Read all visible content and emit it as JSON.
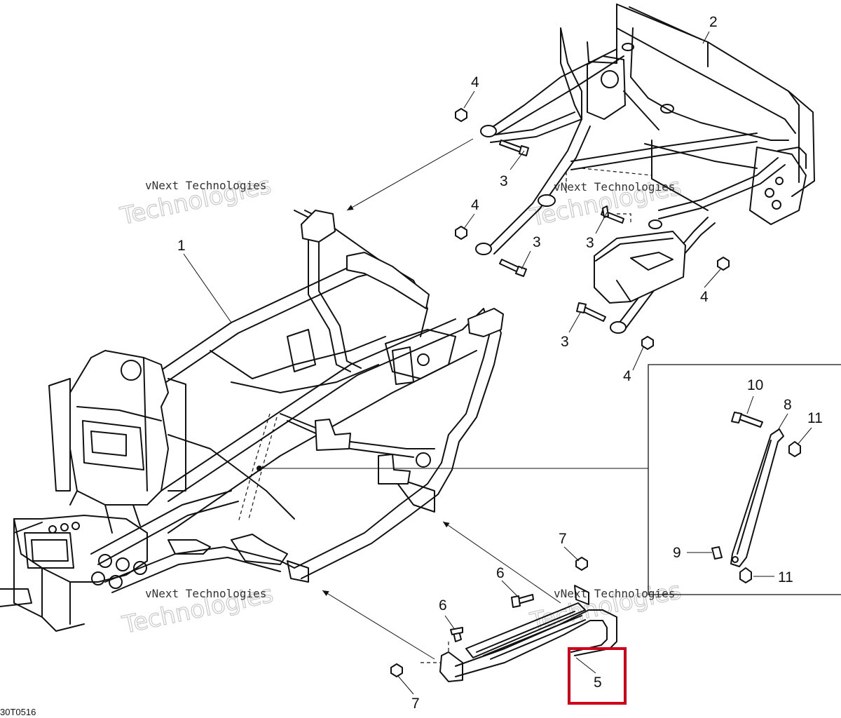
{
  "diagram": {
    "reference_code": "30T0516",
    "highlight_color": "#d0021b",
    "watermarks": [
      {
        "small": "vNext Technologies",
        "big": "Technologies"
      },
      {
        "small": "vNext Technologies",
        "big": "Technologies"
      },
      {
        "small": "vNext Technologies",
        "big": "Technologies"
      },
      {
        "small": "vNext Technologies",
        "big": "Technologies"
      }
    ],
    "callouts": [
      "1",
      "2",
      "3",
      "3",
      "3",
      "3",
      "4",
      "4",
      "4",
      "4",
      "5",
      "6",
      "6",
      "7",
      "7",
      "8",
      "9",
      "10",
      "11",
      "11"
    ],
    "highlighted_part": "5"
  }
}
